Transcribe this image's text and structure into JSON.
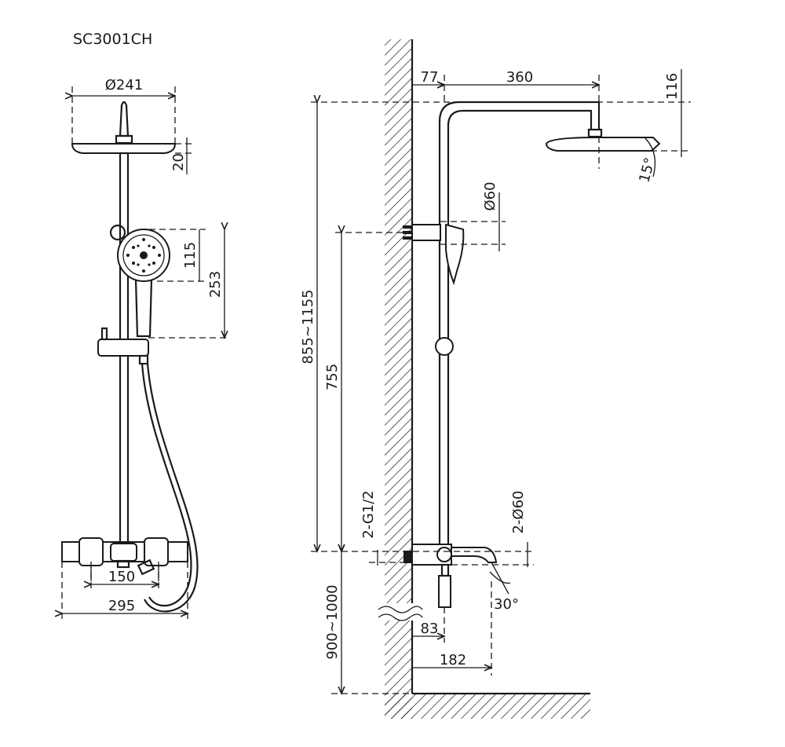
{
  "model": "SC3001CH",
  "front_view": {
    "head_diameter": "Ø241",
    "head_thickness": "20",
    "hand_shower_height": "115",
    "holder_height": "253",
    "inlet_spacing": "150",
    "mixer_width": "295"
  },
  "side_view": {
    "wall_offset": "77",
    "arm_length": "360",
    "arm_height": "116",
    "head_angle": "15°",
    "bracket_diameter": "Ø60",
    "height_adjust": "855~1155",
    "rail_length": "755",
    "thread": "2-G1/2",
    "escutcheon_diameter": "2-Ø60",
    "mount_height": "900~1000",
    "spout_offset": "83",
    "spout_length": "182",
    "spout_angle": "30°"
  }
}
